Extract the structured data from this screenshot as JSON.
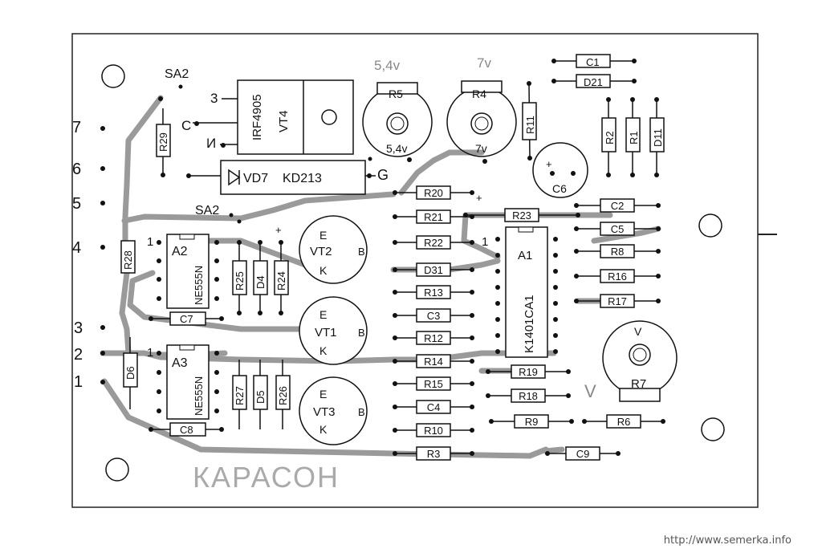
{
  "board": {
    "brand": "КАРАСОН",
    "watermark": "http://www.semerka.info",
    "pin_labels": [
      "7",
      "6",
      "5",
      "4",
      "3",
      "2",
      "1"
    ],
    "switch_labels": [
      "SA2",
      "SA2"
    ],
    "transistor_main": {
      "name": "IRF4905",
      "ref": "VT4",
      "pins": [
        "3",
        "С",
        "И"
      ]
    },
    "diode_main": {
      "ref": "VD7",
      "part": "KD213",
      "gate": "G"
    },
    "trimmers": [
      {
        "ref": "R5",
        "voltage": "5,4v",
        "top": "5,4v"
      },
      {
        "ref": "R4",
        "voltage": "7v",
        "top": "7v"
      },
      {
        "ref": "R7",
        "voltage": "V",
        "side": "V"
      }
    ],
    "chips": [
      {
        "ref": "A2",
        "part": "NE555N",
        "pin1": "1"
      },
      {
        "ref": "A3",
        "part": "NE555N",
        "pin1": "1"
      },
      {
        "ref": "A1",
        "part": "K1401CA1",
        "pin1": "1"
      }
    ],
    "transistors": [
      {
        "ref": "VT2",
        "e": "E",
        "b": "B",
        "k": "K"
      },
      {
        "ref": "VT1",
        "e": "E",
        "b": "B",
        "k": "K"
      },
      {
        "ref": "VT3",
        "e": "E",
        "b": "B",
        "k": "K"
      }
    ],
    "cap_c6": {
      "ref": "C6",
      "plus": "+"
    },
    "plus_marks": [
      "+",
      "+"
    ],
    "components": {
      "top_right": [
        "C1",
        "D21"
      ],
      "vertical": [
        "R11",
        "R2",
        "R1",
        "D11",
        "R29",
        "R28",
        "D6",
        "R25",
        "D4",
        "R24",
        "R27",
        "D5",
        "R26"
      ],
      "middle_col": [
        "R20",
        "R21",
        "R22",
        "D31",
        "R13",
        "C3",
        "R12",
        "R14",
        "R15",
        "C4",
        "R10",
        "R3"
      ],
      "right_col": [
        "R23",
        "C2",
        "C5",
        "R8",
        "R16",
        "R17",
        "R19",
        "R18",
        "R9",
        "R6",
        "C9"
      ],
      "caps_bottom": [
        "C7",
        "C8"
      ]
    }
  }
}
